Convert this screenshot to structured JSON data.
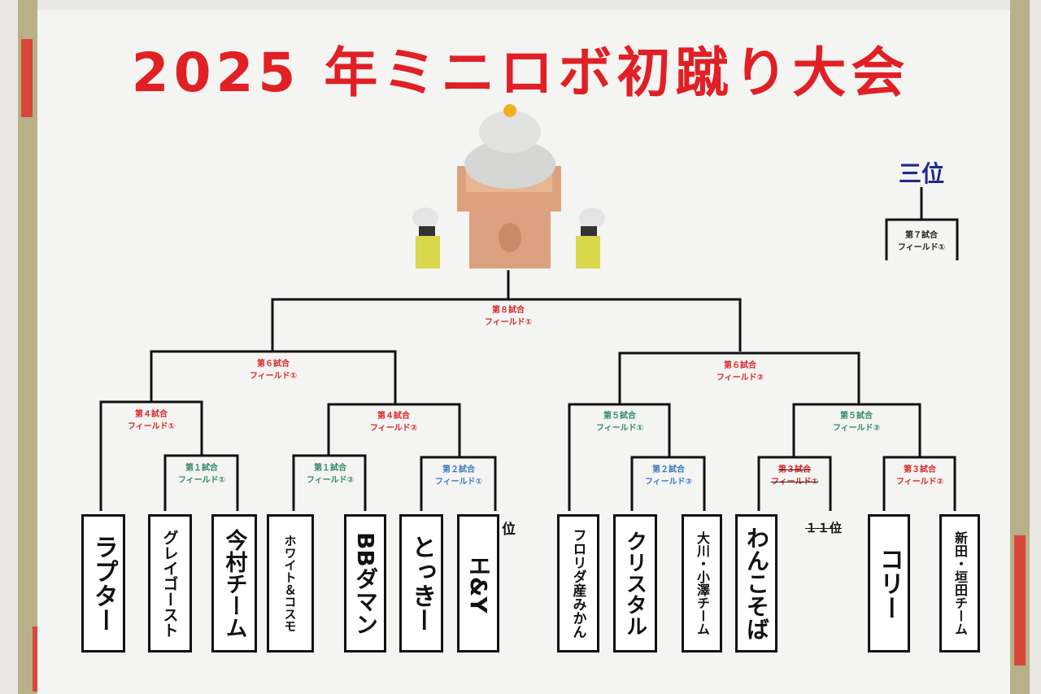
{
  "title": "2025 年ミニロボ初蹴り大会",
  "third_place": "三位",
  "matches": {
    "m7": {
      "name": "第７試合",
      "field": "フィールド①"
    },
    "m8": {
      "name": "第８試合",
      "field": "フィールド①"
    },
    "m6a": {
      "name": "第６試合",
      "field": "フィールド①"
    },
    "m6b": {
      "name": "第６試合",
      "field": "フィールド②"
    },
    "m4a": {
      "name": "第４試合",
      "field": "フィールド①"
    },
    "m4b": {
      "name": "第４試合",
      "field": "フィールド②"
    },
    "m5a": {
      "name": "第５試合",
      "field": "フィールド①"
    },
    "m5b": {
      "name": "第５試合",
      "field": "フィールド②"
    },
    "m1a": {
      "name": "第１試合",
      "field": "フィールド①"
    },
    "m1b": {
      "name": "第１試合",
      "field": "フィールド②"
    },
    "m2a": {
      "name": "第２試合",
      "field": "フィールド①"
    },
    "m2b": {
      "name": "第２試合",
      "field": "フィールド②"
    },
    "m3a": {
      "name": "第３試合",
      "field": "フィールド①"
    },
    "m3b": {
      "name": "第３試合",
      "field": "フィールド②"
    }
  },
  "teams": [
    "ラプター",
    "グレイゴースト",
    "今村チーム",
    "ホワイト＆コスモ",
    "BBダマン",
    "とっきー",
    "エ&Y",
    "フロリダ産みかん",
    "クリスタル",
    "大川・小澤チーム",
    "わんこそば",
    "コリー",
    "新田・垣田チーム"
  ],
  "extra_labels": {
    "rank_fragment": "位",
    "struck_rank": "１１位"
  },
  "colors": {
    "title": "#e02025",
    "red": "#d8262a",
    "green": "#2e8a6a",
    "blue": "#3a78c2",
    "navy": "#1f2a8a"
  }
}
